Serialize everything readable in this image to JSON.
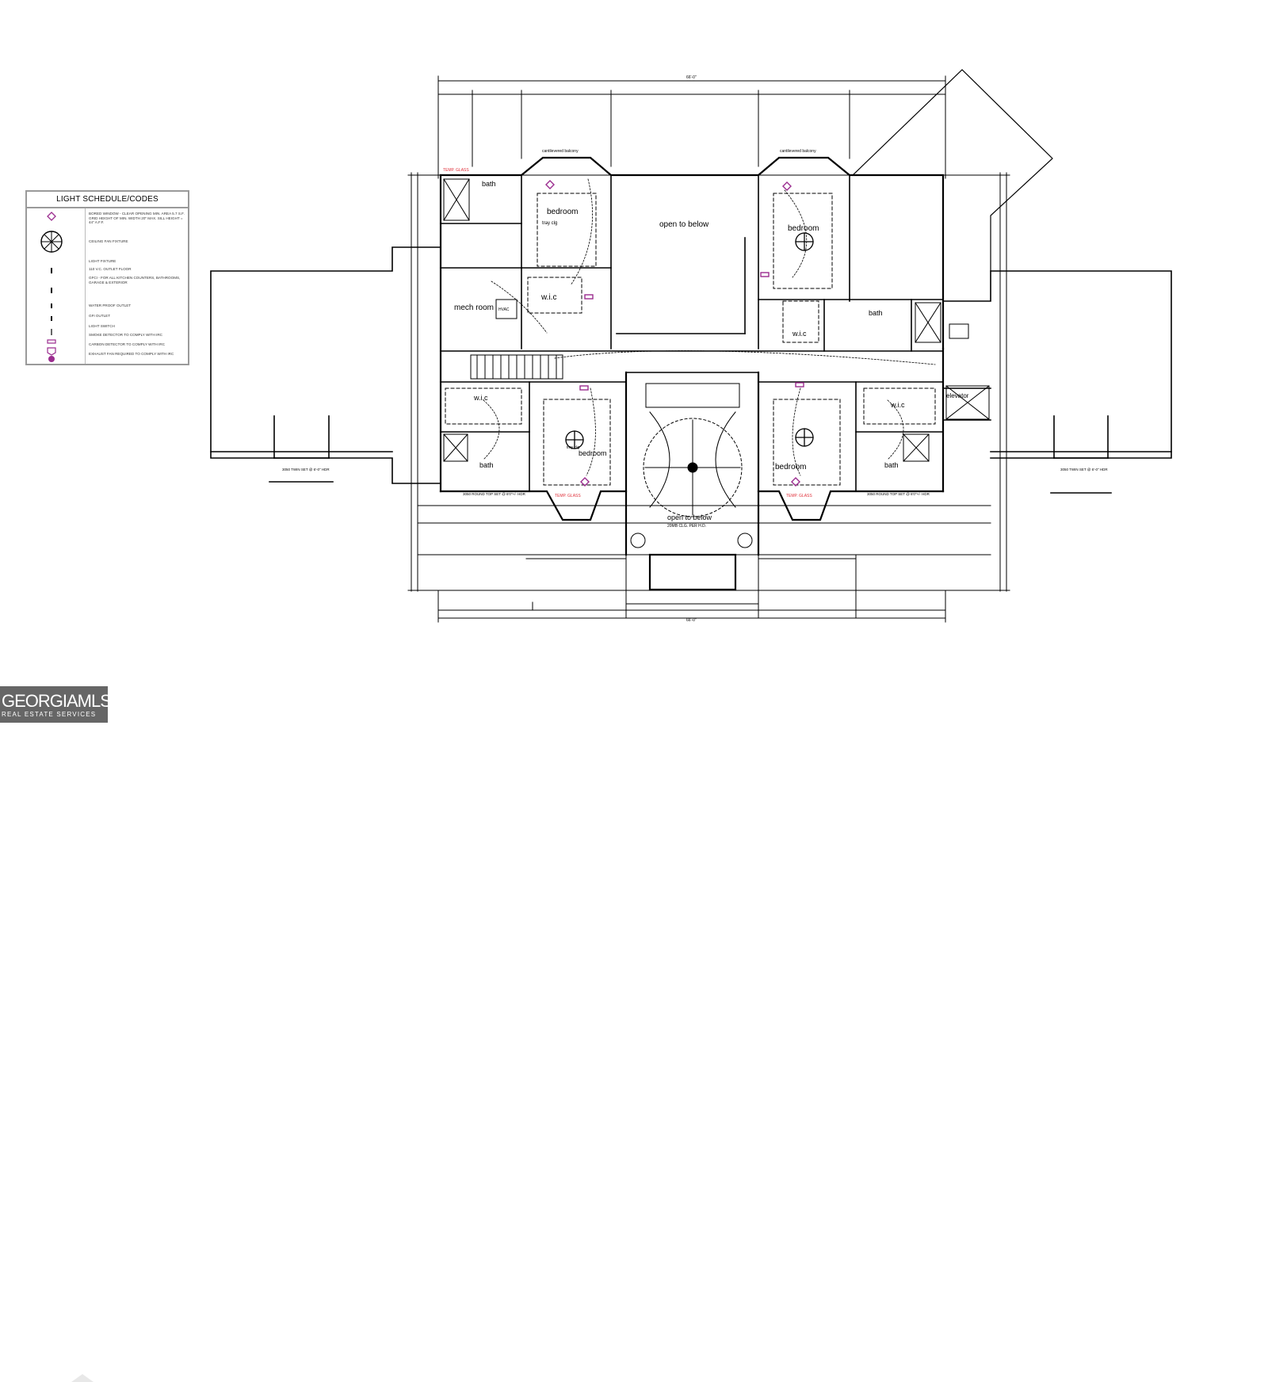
{
  "legend": {
    "title": "LIGHT SCHEDULE/CODES",
    "items": [
      "BORED WINDOW - CLEAR OPENING MIN. AREA 5.7 S.F. GRID HEIGHT OF MIN. WIDTH 20\" MAX. SILL HEIGHT = 44\" A.F.F.",
      "CEILING FAN FIXTURE",
      "LIGHT FIXTURE",
      "110 V.C. OUTLET FLOOR",
      "GFCI - FOR ALL KITCHEN COUNTERS, BATHROOMS, GARAGE & EXTERIOR",
      "WATER PROOF OUTLET",
      "GFI OUTLET",
      "LIGHT SWITCH",
      "SMOKE DETECTOR TO COMPLY WITH IRC",
      "CARBON DETECTOR TO COMPLY WITH IRC",
      "EXHAUST FAN REQUIRED TO COMPLY WITH IRC"
    ]
  },
  "rooms": {
    "bath_1": "bath",
    "bedroom_1": "bedroom",
    "tray_1": "tray clg",
    "open_to_below_1": "open to below",
    "bedroom_2": "bedroom",
    "mech_room": "mech room",
    "wic_1": "w.i.c",
    "hvac": "HVAC",
    "wic_2": "w.i.c",
    "bath_2": "bath",
    "wic_3": "w.i.c",
    "bath_3": "bath",
    "bedroom_3": "bedroom",
    "tray_3": "tray clg",
    "bedroom_4": "bedroom",
    "wic_4": "w.i.c",
    "bath_4": "bath",
    "elevator": "elevator",
    "open_to_below_2": "open to below",
    "open_to_below_2_note": "20MB CLG. PER H.D.",
    "cantilevered_balcony_1": "cantilevered balcony",
    "cantilevered_balcony_2": "cantilevered balcony"
  },
  "notes": {
    "temp_glass_top_left": "TEMP. GLASS",
    "temp_glass_bottom_left": "TEMP. GLASS",
    "temp_glass_bottom_right": "TEMP. GLASS",
    "window_left": "3050 ROUND TOP SET @ 6'0\"+/- HDR",
    "window_right": "3050 ROUND TOP SET @ 6'0\"+/- HDR",
    "dormer_left": "3050 TWIN SET @ 6'-0\" HDR",
    "dormer_right": "3050 TWIN SET @ 6'-0\" HDR",
    "overall_top": "66'-0\"",
    "overall_bottom": "66'-0\""
  },
  "logo": {
    "main": "GEORGIAMLS",
    "sub": "REAL ESTATE SERVICES"
  },
  "colors": {
    "line": "#000000",
    "annotation_red": "#e0303a",
    "symbol_magenta": "#9b2c8f",
    "legend_border": "#9a9a9a",
    "logo_bg": "#666666"
  }
}
